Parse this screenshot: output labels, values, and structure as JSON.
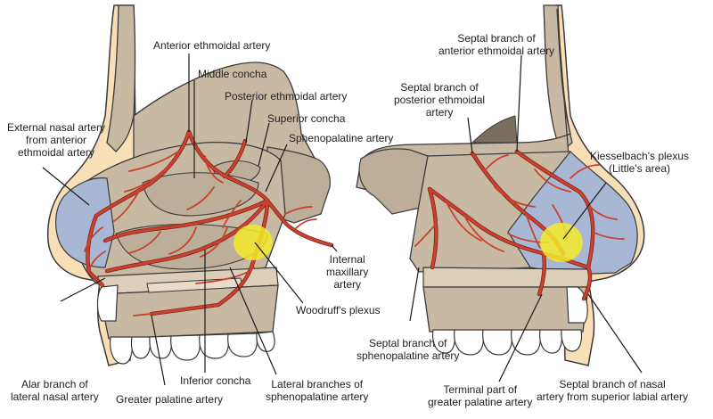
{
  "labels": {
    "anterior_ethmoidal": "Anterior ethmoidal artery",
    "middle_concha": "Middle concha",
    "posterior_ethmoidal": "Posterior ethmoidal artery",
    "superior_concha": "Superior concha",
    "sphenopalatine": "Sphenopalatine artery",
    "external_nasal": [
      "External nasal artery",
      "from anterior",
      "ethmoidal artery"
    ],
    "internal_maxillary": [
      "Internal",
      "maxillary",
      "artery"
    ],
    "woodruff": "Woodruff's plexus",
    "alar_branch": [
      "Alar branch of",
      "lateral nasal artery"
    ],
    "inferior_concha": "Inferior concha",
    "greater_palatine": "Greater palatine artery",
    "lateral_branches": [
      "Lateral branches of",
      "sphenopalatine artery"
    ],
    "septal_anterior": [
      "Septal branch of",
      "anterior ethmoidal artery"
    ],
    "septal_posterior": [
      "Septal branch of",
      "posterior ethmoidal",
      "artery"
    ],
    "kiesselbach": [
      "Kiesselbach's plexus",
      "(Little's area)"
    ],
    "septal_spheno": [
      "Septal branch of",
      "sphenopalatine artery"
    ],
    "terminal_part": [
      "Terminal part of",
      "greater palatine artery"
    ],
    "septal_nasal": [
      "Septal branch of nasal",
      "artery from superior labial artery"
    ]
  },
  "colors": {
    "bone": "#c8b9a3",
    "bone_outline": "#3a3a3a",
    "skin": "#f8dfb8",
    "cartilage": "#a8b8d4",
    "artery": "#c9412f",
    "plexus": "#f5ea2a",
    "tooth": "#ffffff"
  }
}
